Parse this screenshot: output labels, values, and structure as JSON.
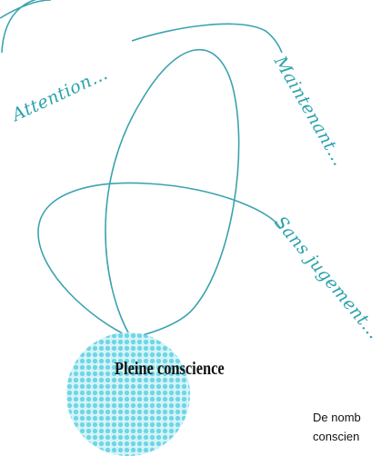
{
  "labels": {
    "attention": "Attention…",
    "maintenant": "Maintenant…",
    "sans_jugement": "Sans jugement…"
  },
  "core": {
    "label": "Pleine conscience"
  },
  "body": {
    "line1": "De nomb",
    "line2": "conscien"
  },
  "colors": {
    "line": "#3aa3b0",
    "script_text": "#2ba2ad",
    "circle_fill": "#d6f4f8",
    "circle_dots": "#6fd6e6"
  }
}
